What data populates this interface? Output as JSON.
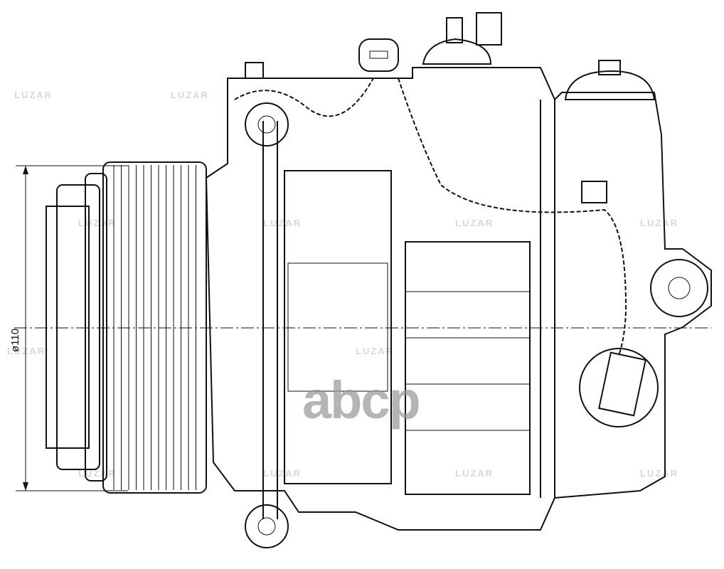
{
  "dimension_label": "ø110",
  "watermark_brand": "LUZAR",
  "watermark_site": "abcp"
}
